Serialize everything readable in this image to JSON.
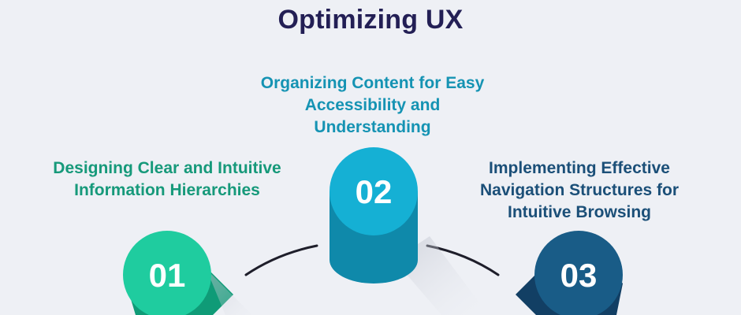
{
  "title": "Optimizing UX",
  "steps": [
    {
      "number": "01",
      "label": "Designing Clear and Intuitive Information Hierarchies",
      "color": "#1fcc9f"
    },
    {
      "number": "02",
      "label": "Organizing Content for Easy Accessibility and Understanding",
      "color": "#15b0d4"
    },
    {
      "number": "03",
      "label": "Implementing Effective Navigation Structures for Intuitive Browsing",
      "color": "#195c87"
    }
  ],
  "colors": {
    "background": "#eef0f5",
    "title": "#231f55",
    "step1_dark": "#0f9b77",
    "step2_dark": "#0f89aa",
    "step3_dark": "#123f64",
    "connector": "#1e1e2a"
  }
}
